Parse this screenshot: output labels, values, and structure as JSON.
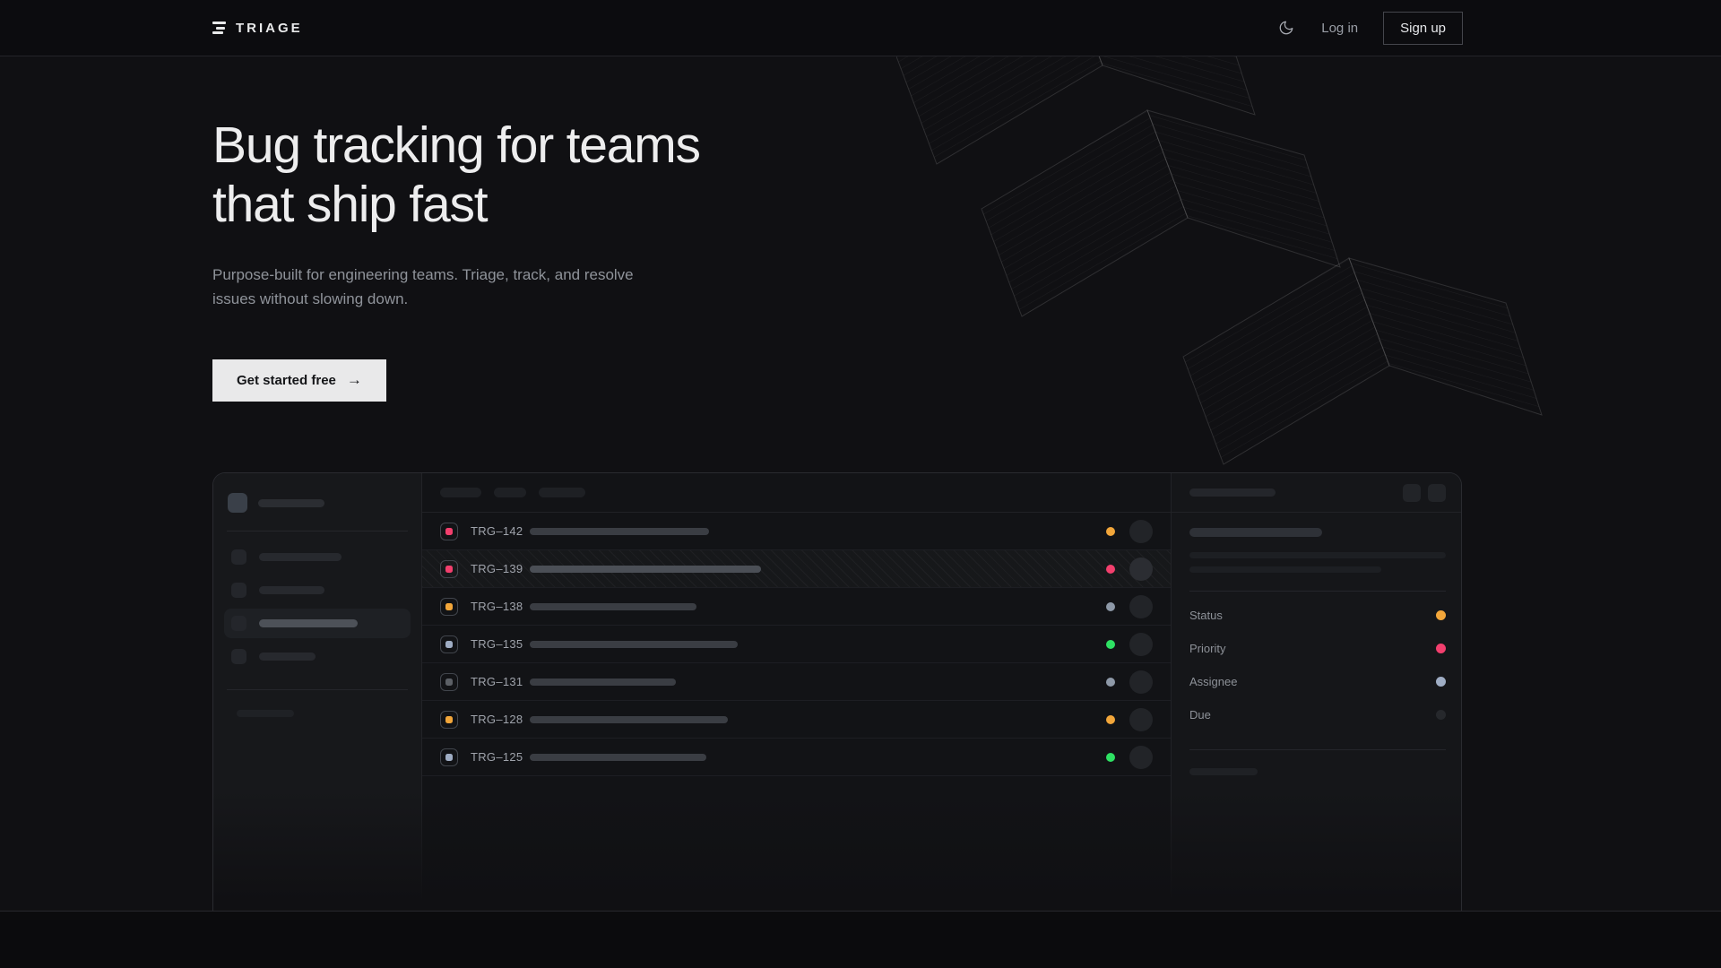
{
  "nav": {
    "brand": "TRIAGE",
    "login_label": "Log in",
    "signup_label": "Sign up"
  },
  "hero": {
    "title_line1": "Bug tracking for teams",
    "title_line2": "that ship fast",
    "subtitle": "Purpose-built for engineering teams. Triage, track, and resolve issues without slowing down.",
    "cta_label": "Get started free",
    "cta_arrow": "→"
  },
  "mockup": {
    "issues": [
      {
        "id": "TRG–142",
        "type_color": "#f23f6d",
        "status_color": "#f2a63a",
        "title_width": 200,
        "selected": false
      },
      {
        "id": "TRG–139",
        "type_color": "#f23f6d",
        "status_color": "#f23f6d",
        "title_width": 258,
        "selected": true
      },
      {
        "id": "TRG–138",
        "type_color": "#f2a63a",
        "status_color": "#8e99a8",
        "title_width": 186,
        "selected": false
      },
      {
        "id": "TRG–135",
        "type_color": "#9fadc4",
        "status_color": "#2ee163",
        "title_width": 232,
        "selected": false
      },
      {
        "id": "TRG–131",
        "type_color": "#5c6066",
        "status_color": "#8e99a8",
        "title_width": 163,
        "selected": false
      },
      {
        "id": "TRG–128",
        "type_color": "#f2a63a",
        "status_color": "#f2a63a",
        "title_width": 221,
        "selected": false
      },
      {
        "id": "TRG–125",
        "type_color": "#9fadc4",
        "status_color": "#2ee163",
        "title_width": 197,
        "selected": false
      }
    ],
    "detail_fields": [
      {
        "label": "Status",
        "color": "#f2a63a"
      },
      {
        "label": "Priority",
        "color": "#f23f6e"
      },
      {
        "label": "Assignee",
        "color": "#9fadc4"
      },
      {
        "label": "Due",
        "color": "#26282c"
      }
    ]
  },
  "colors": {
    "accent_pink": "#f23f6d",
    "accent_amber": "#f2a63a",
    "accent_green": "#2ee163",
    "accent_slate": "#9fadc4"
  }
}
